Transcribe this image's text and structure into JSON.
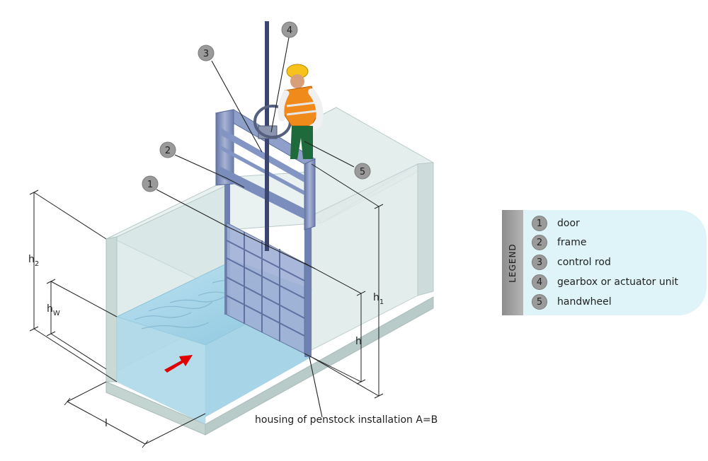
{
  "callouts": [
    {
      "num": "1"
    },
    {
      "num": "2"
    },
    {
      "num": "3"
    },
    {
      "num": "4"
    },
    {
      "num": "5"
    }
  ],
  "dimensions": {
    "h2": "h",
    "h2_sub": "2",
    "hw": "h",
    "hw_sub": "W",
    "h1": "h",
    "h1_sub": "1",
    "h": "h",
    "l": "l"
  },
  "caption": "housing of penstock installation A=B",
  "legend": {
    "title": "LEGEND",
    "items": [
      {
        "num": "1",
        "label": "door"
      },
      {
        "num": "2",
        "label": "frame"
      },
      {
        "num": "3",
        "label": "control rod"
      },
      {
        "num": "4",
        "label": "gearbox or actuator unit"
      },
      {
        "num": "5",
        "label": "handwheel"
      }
    ]
  },
  "colors": {
    "water": "#9fd3e8",
    "concrete": "#d7e6e4",
    "gate_frame": "#7d8fb8",
    "arrow": "#e00000",
    "badge": "#9a9a9a",
    "legend_bg": "#def4f8"
  },
  "icons": {
    "worker": "worker-figure",
    "flow_arrow": "flow-arrow"
  }
}
